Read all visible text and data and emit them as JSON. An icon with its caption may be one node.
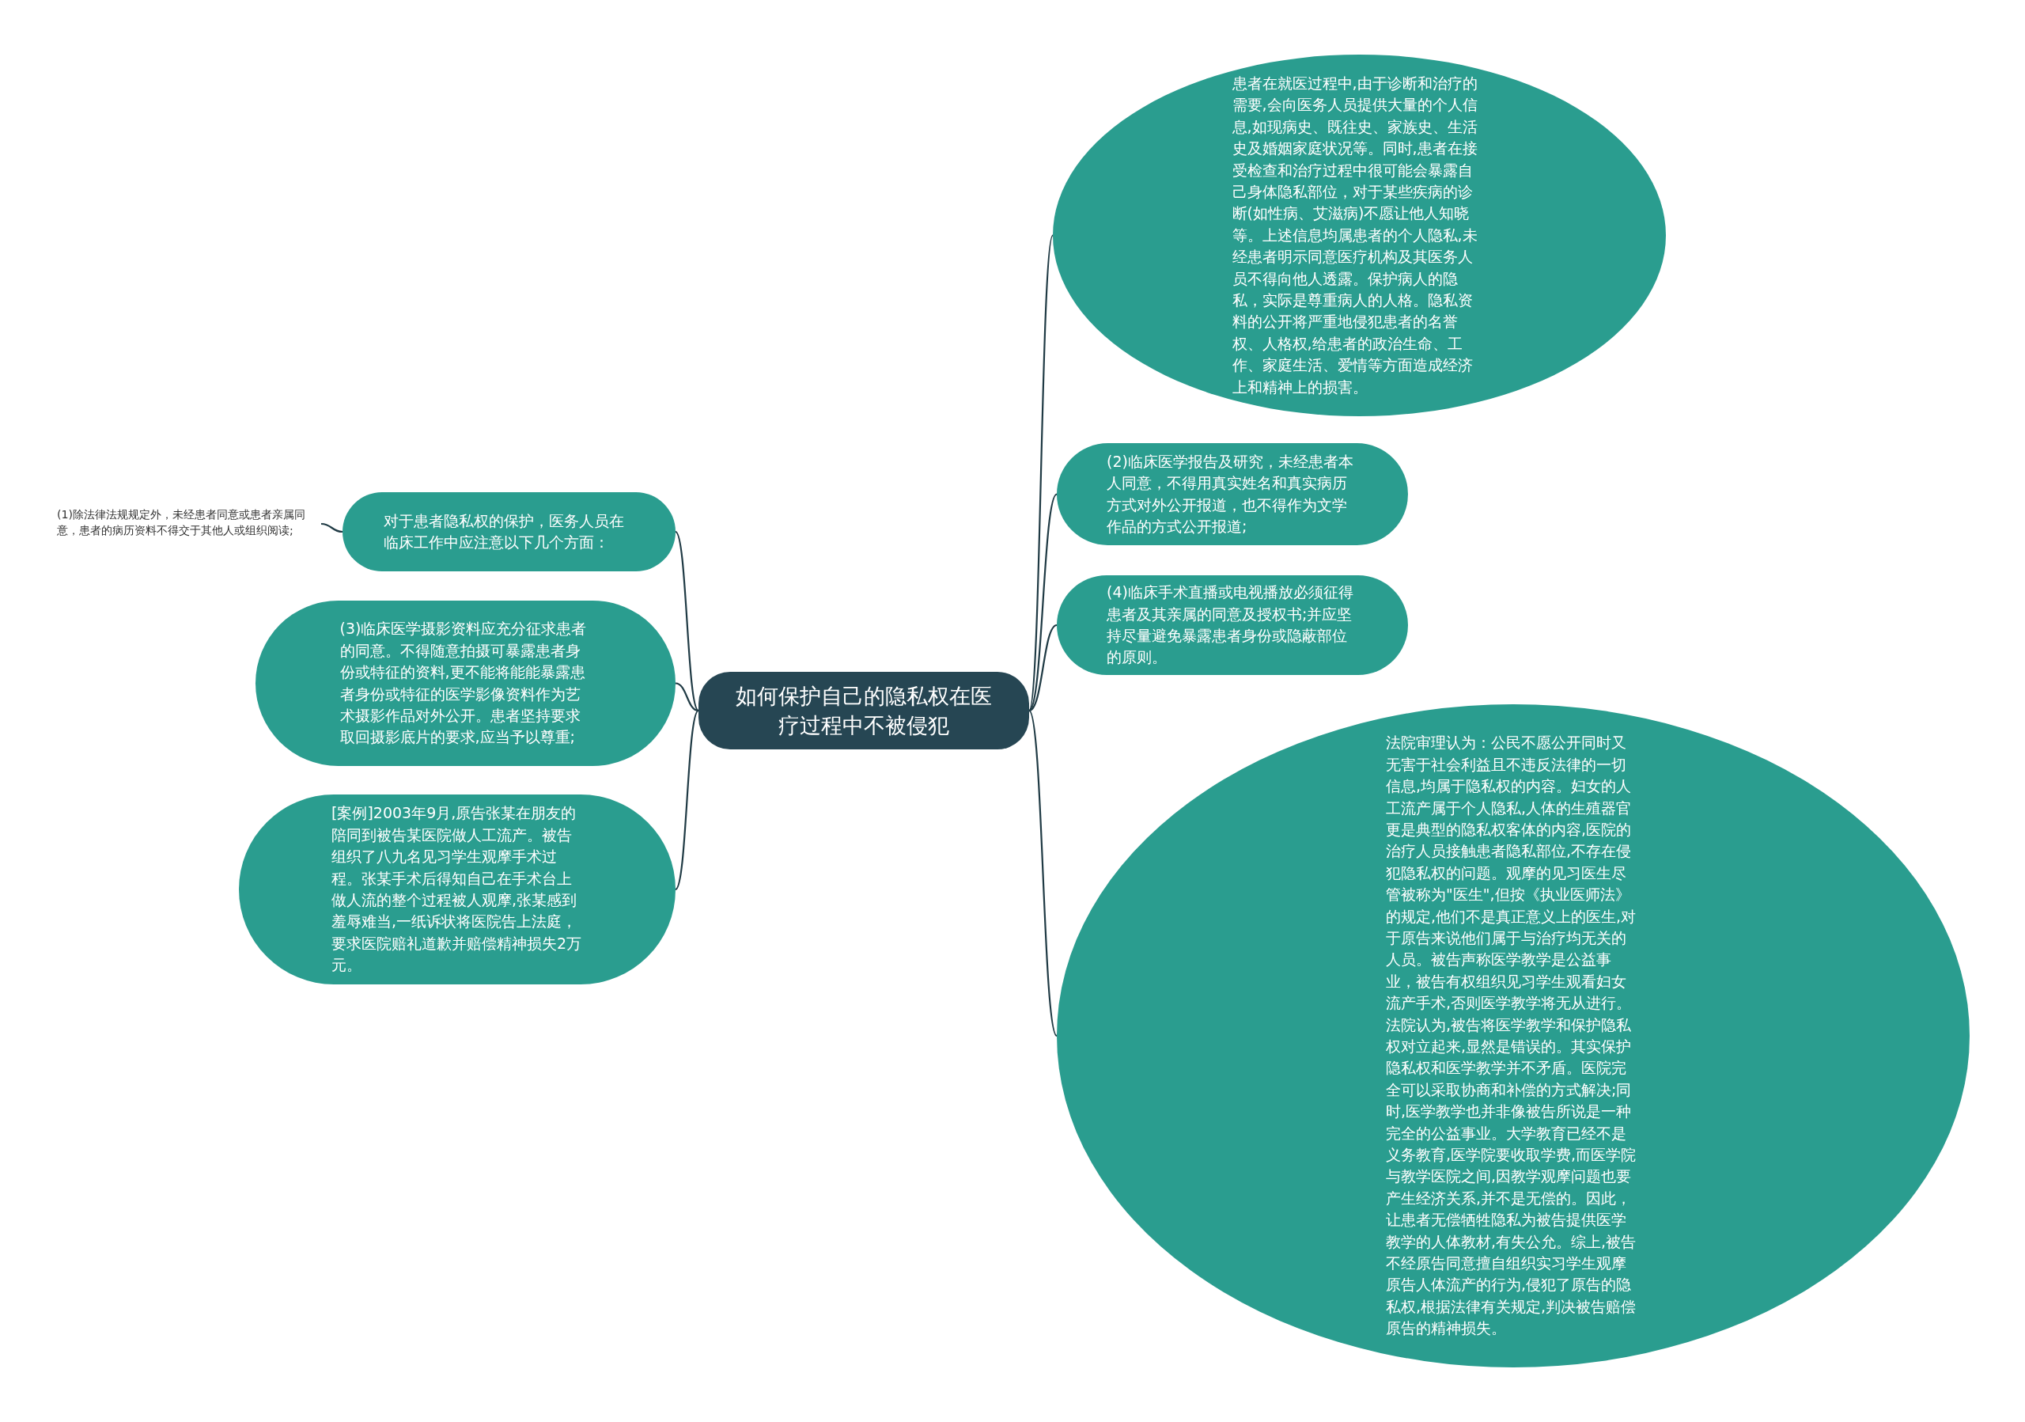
{
  "diagram": {
    "nodes": [
      {
        "text": [
          "如何保护自己的隐私权在医疗过程中不被侵犯"
        ]
      },
      {
        "text": [
          "患者在就医过程中,由于诊断和治疗的需要,会向医务人员提供大量的个人信息,如现病史、既往史、家族史、生活史及婚姻家庭状况等。同时,患者在接受检查和治疗过程中很可能会暴露自己身体隐私部位，对于某些疾病的诊断(如性病、艾滋病)不愿让他人知晓等。上述信息均属患者的个人隐私,未经患者明示同意医疗机构及其医务人员不得向他人透露。保护病人的隐私，实际是尊重病人的人格。隐私资料的公开将严重地侵犯患者的名誉权、人格权,给患者的政治生命、工作、家庭生活、爱情等方面造成经济上和精神上的损害。"
        ]
      },
      {
        "text": [
          "(2)临床医学报告及研究，未经患者本人同意，不得用真实姓名和真实病历方式对外公开报道，也不得作为文学作品的方式公开报道;"
        ]
      },
      {
        "text": [
          "(4)临床手术直播或电视播放必须征得患者及其亲属的同意及授权书;并应坚持尽量避免暴露患者身份或隐蔽部位的原则。"
        ]
      },
      {
        "text": [
          "法院审理认为：公民不愿公开同时又无害于社会利益且不违反法律的一切信息,均属于隐私权的内容。妇女的人工流产属于个人隐私,人体的生殖器官更是典型的隐私权客体的内容,医院的治疗人员接触患者隐私部位,不存在侵犯隐私权的问题。观摩的见习医生尽管被称为\"医生\",但按《执业医师法》的规定,他们不是真正意义上的医生,对于原告来说他们属于与治疗均无关的人员。被告声称医学教学是公益事业，被告有权组织见习学生观看妇女流产手术,否则医学教学将无从进行。法院认为,被告将医学教学和保护隐私权对立起来,显然是错误的。其实保护隐私权和医学教学并不矛盾。医院完全可以采取协商和补偿的方式解决;同时,医学教学也并非像被告所说是一种完全的公益事业。大学教育已经不是义务教育,医学院要收取学费,而医学院与教学医院之间,因教学观摩问题也要产生经济关系,并不是无偿的。因此，让患者无偿牺牲隐私为被告提供医学教学的人体教材,有失公允。综上,被告不经原告同意擅自组织实习学生观摩原告人体流产的行为,侵犯了原告的隐私权,根据法律有关规定,判决被告赔偿原告的精神损失。"
        ]
      },
      {
        "text": [
          "对于患者隐私权的保护，医务人员在临床工作中应注意以下几个方面："
        ]
      },
      {
        "text": [
          "(1)除法律法规规定外，未经患者同意或患者亲属同意，患者的病历资料不得交于其他人或组织阅读;"
        ]
      },
      {
        "text": [
          "(3)临床医学摄影资料应充分征求患者的同意。不得随意拍摄可暴露患者身份或特征的资料,更不能将能能暴露患者身份或特征的医学影像资料作为艺术摄影作品对外公开。患者坚持要求取回摄影底片的要求,应当予以尊重;"
        ]
      },
      {
        "text": [
          "[案例]2003年9月,原告张某在朋友的陪同到被告某医院做人工流产。被告组织了八九名见习学生观摩手术过程。张某手术后得知自己在手术台上做人流的整个过程被人观摩,张某感到羞辱难当,一纸诉状将医院告上法庭，要求医院赔礼道歉并赔偿精神损失2万元。"
        ]
      }
    ],
    "edges": [
      {
        "from": 0,
        "to": 1,
        "arrow": "none"
      },
      {
        "from": 0,
        "to": 2,
        "arrow": "none"
      },
      {
        "from": 0,
        "to": 3,
        "arrow": "none"
      },
      {
        "from": 0,
        "to": 4,
        "arrow": "none"
      },
      {
        "from": 0,
        "to": 5,
        "arrow": "none"
      },
      {
        "from": 5,
        "to": 6,
        "arrow": "none"
      },
      {
        "from": 0,
        "to": 7,
        "arrow": "none"
      },
      {
        "from": 0,
        "to": 8,
        "arrow": "none"
      }
    ]
  }
}
